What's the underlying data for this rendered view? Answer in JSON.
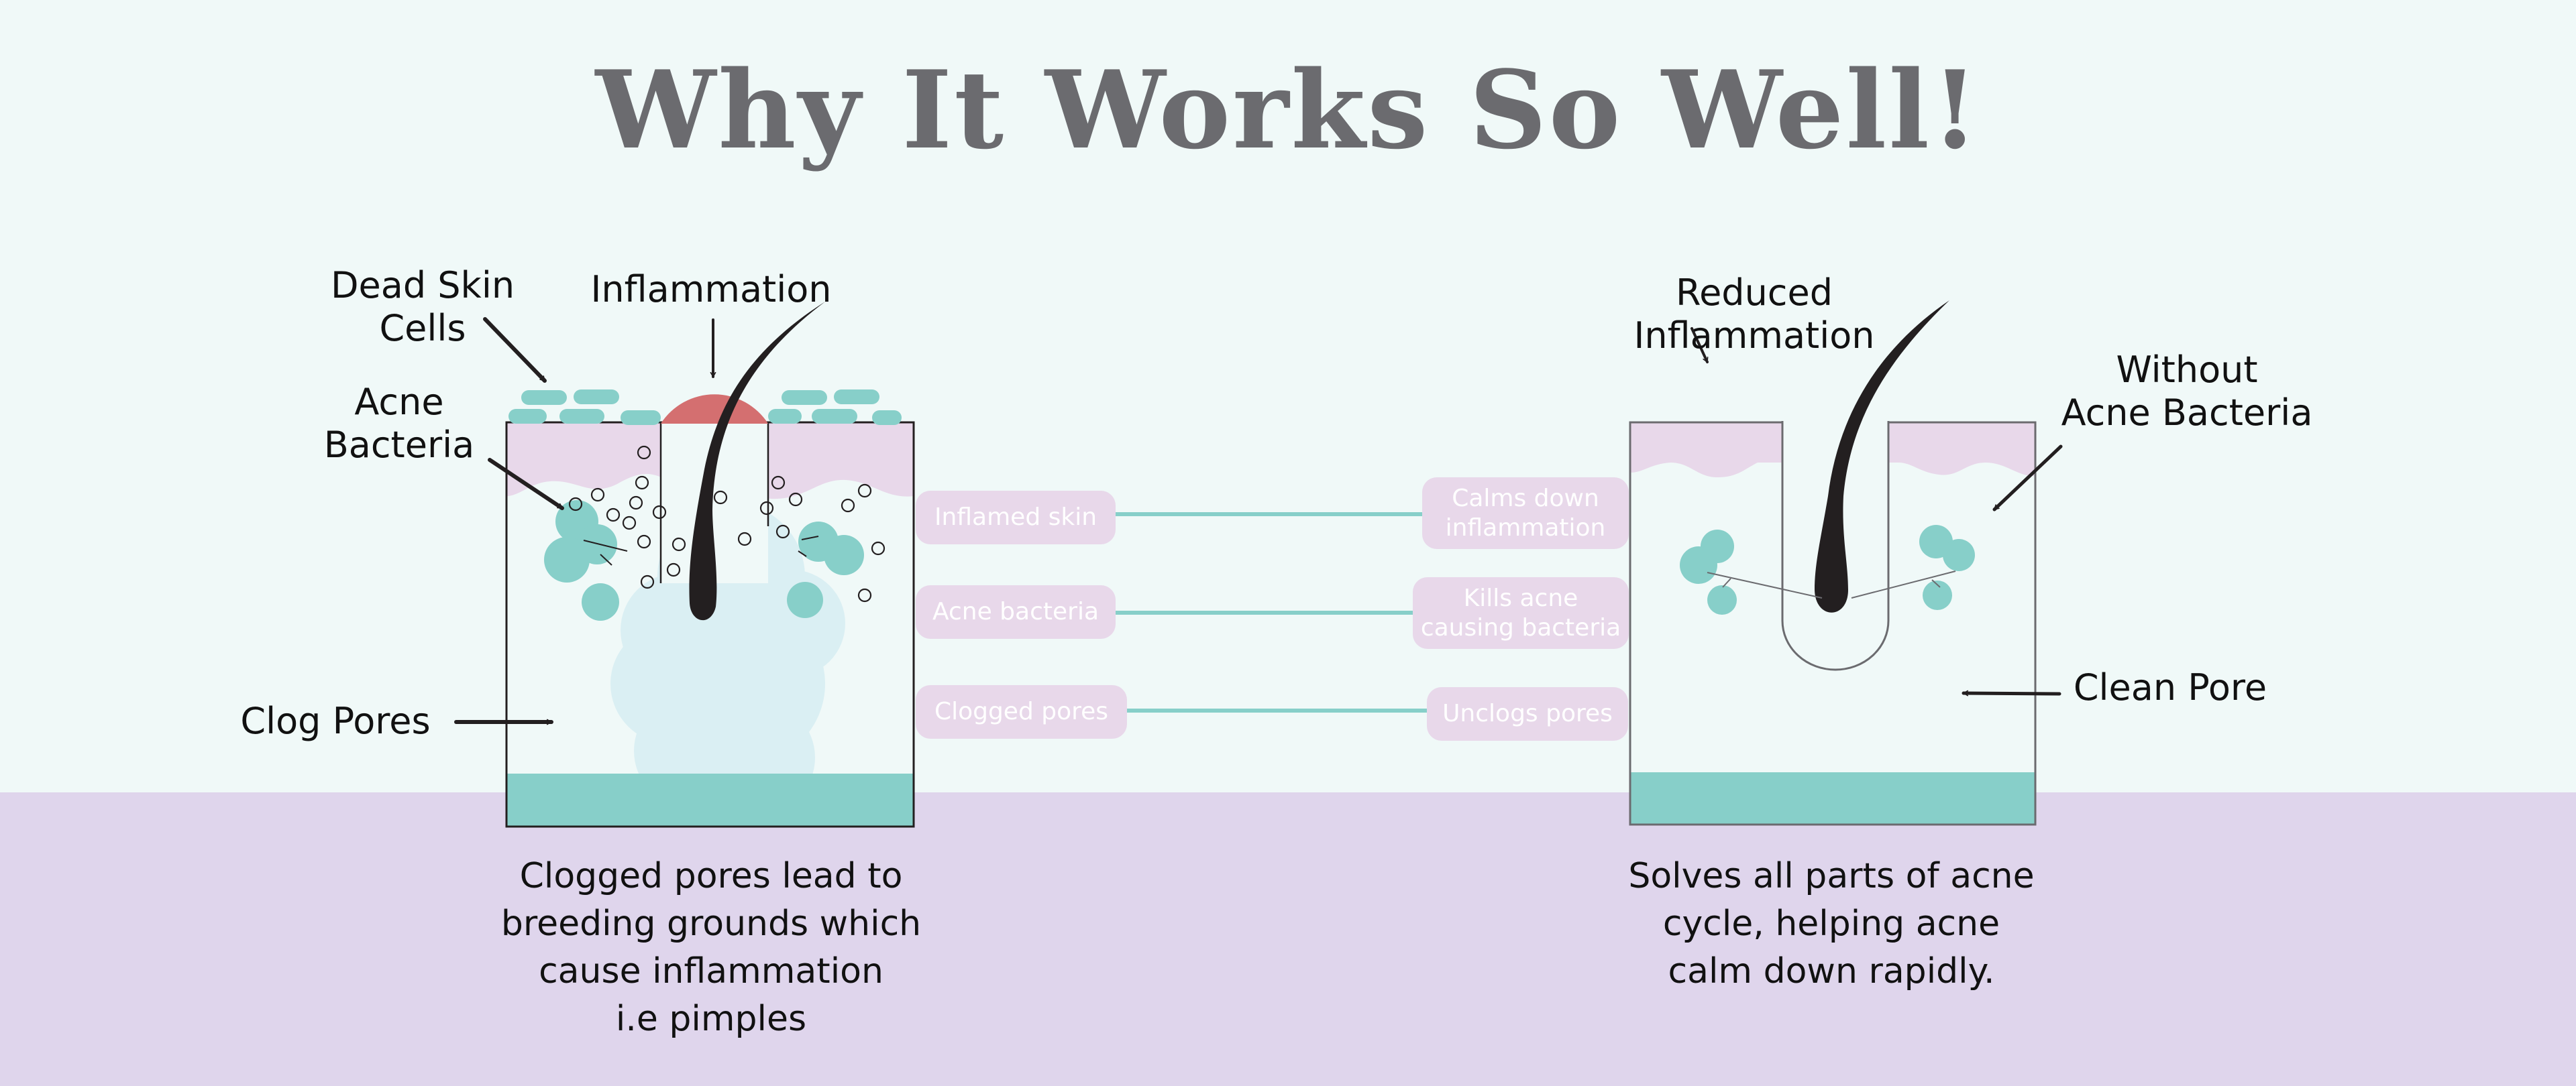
{
  "title": "Why It Works So Well!",
  "colors": {
    "background_top": "#f0f9f8",
    "background_bottom": "#dfd5ec",
    "title_gray": "#6b6b6f",
    "teal": "#87cfc9",
    "pink_skin": "#e8d8ea",
    "inflammation_red": "#d46f70",
    "clog_blue": "#daeff3",
    "hair_black": "#231f20"
  },
  "left_diagram": {
    "labels": {
      "dead_skin_cells": [
        "Dead Skin",
        "Cells"
      ],
      "inflammation": "Inflammation",
      "acne_bacteria": [
        "Acne",
        "Bacteria"
      ],
      "clog_pores": "Clog Pores"
    },
    "caption": [
      "Clogged pores lead to",
      "breeding grounds which",
      "cause inflammation",
      "i.e pimples"
    ]
  },
  "right_diagram": {
    "labels": {
      "reduced_inflammation": [
        "Reduced",
        "Inflammation"
      ],
      "without_acne_bacteria": [
        "Without",
        "Acne Bacteria"
      ],
      "clean_pore": "Clean Pore"
    },
    "caption": [
      "Solves all parts of acne",
      "cycle, helping acne",
      "calm down rapidly."
    ]
  },
  "comparisons": [
    {
      "problem": "Inflamed skin",
      "solution": [
        "Calms down",
        "inflammation"
      ]
    },
    {
      "problem": "Acne bacteria",
      "solution": [
        "Kills acne",
        "causing bacteria"
      ]
    },
    {
      "problem": "Clogged pores",
      "solution": [
        "Unclogs pores"
      ]
    }
  ],
  "icons": {
    "arrow": "arrow-icon",
    "hair": "hair-follicle-icon",
    "bacteria": "bacteria-cluster-icon"
  }
}
